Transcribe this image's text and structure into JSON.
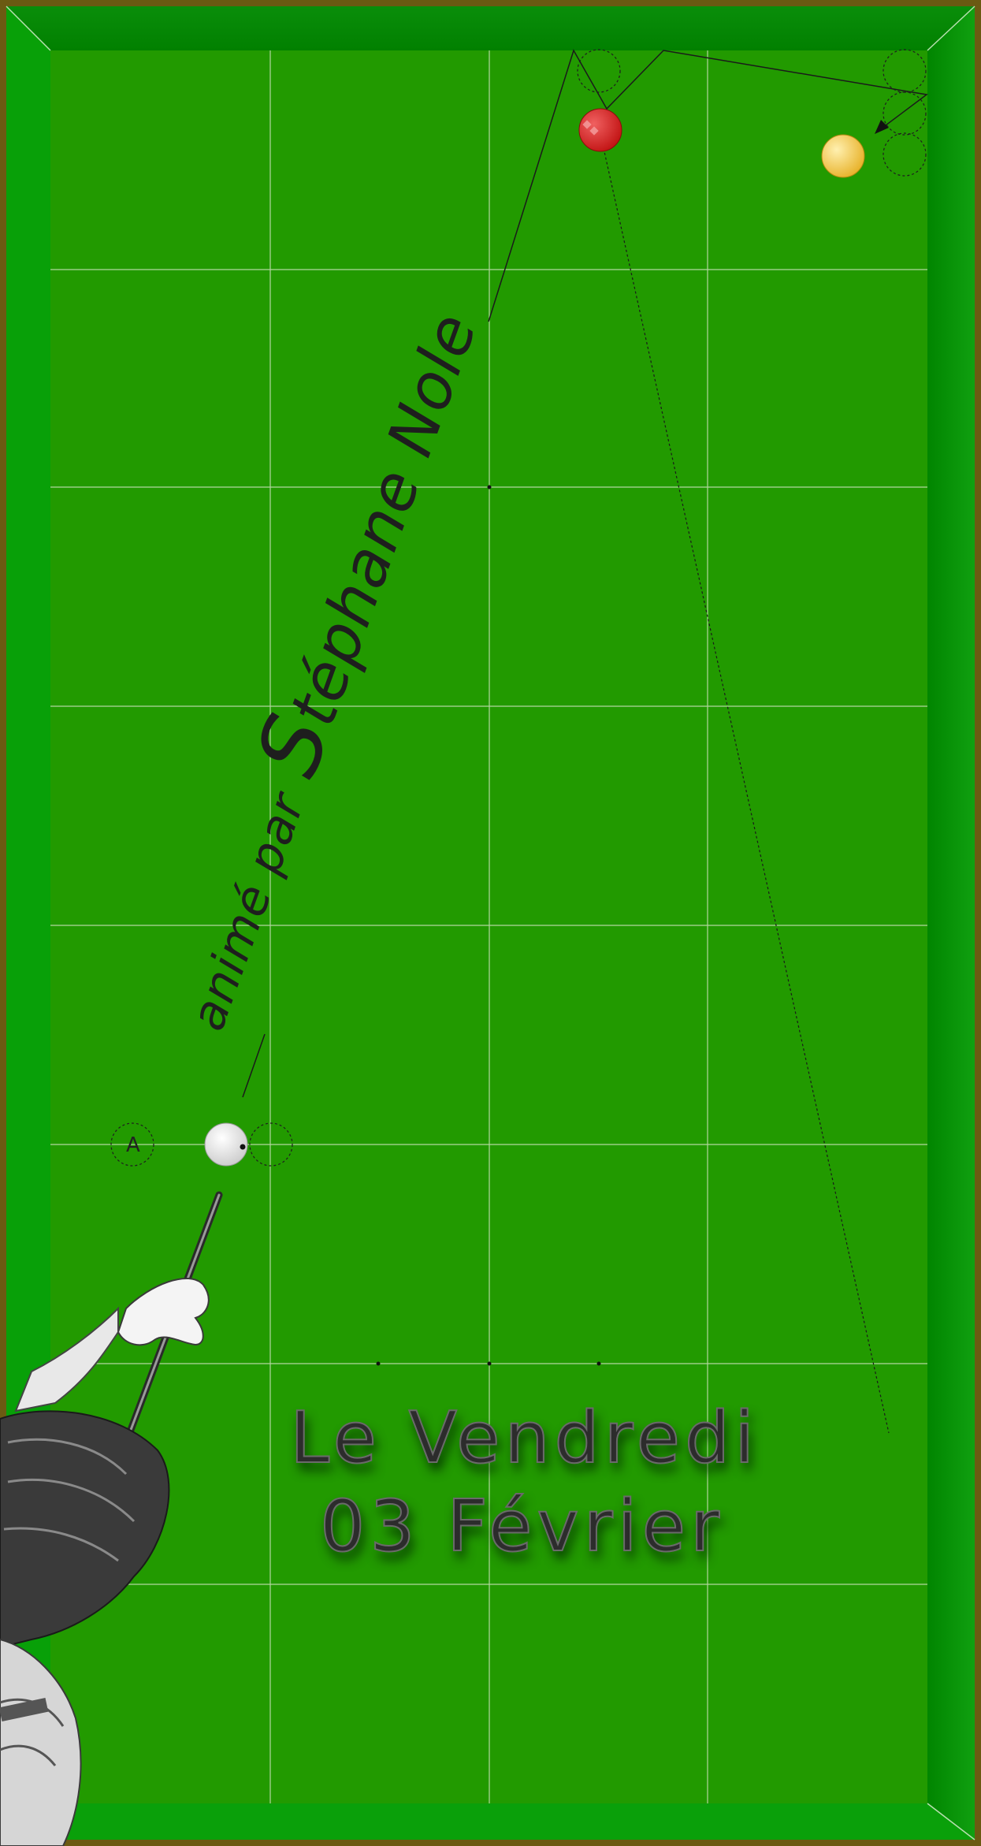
{
  "table": {
    "cloth_color": "#229a00",
    "rail_color": "#009a00",
    "frame_color": "#6b5a12",
    "grid_line_color": "#d8e6c8"
  },
  "balls": {
    "cue_ball": {
      "color": "#f2f2f2"
    },
    "red_ball": {
      "color": "#d42020"
    },
    "yellow_ball": {
      "color": "#f2c340"
    }
  },
  "position_marker_label": "A",
  "credit": {
    "prefix": "animé par",
    "first_initial": "S",
    "name_rest": "téphane Nole"
  },
  "date": {
    "line1": "Le Vendredi",
    "line2": "03 Février"
  },
  "icons": [
    "player-with-cue-icon",
    "arrow-head-icon"
  ]
}
